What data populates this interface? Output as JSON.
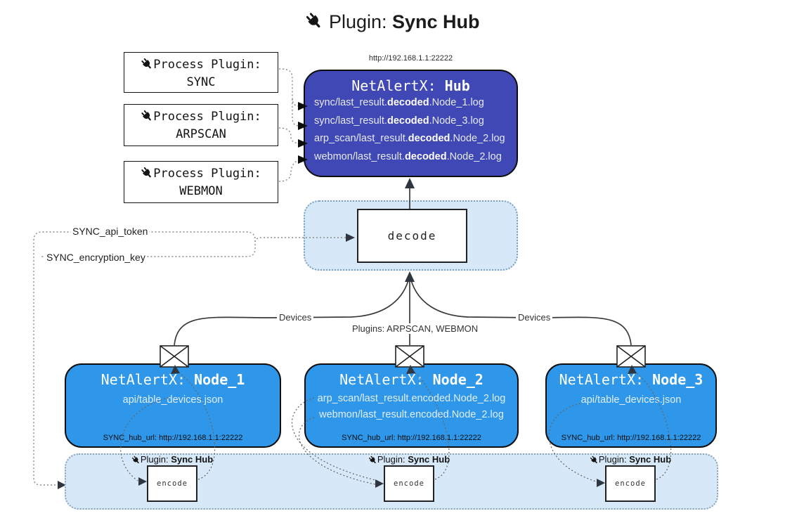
{
  "title": {
    "prefix": "Plugin: ",
    "name": "Sync Hub"
  },
  "hub": {
    "url": "http://192.168.1.1:22222",
    "title_prefix": "NetAlertX: ",
    "title_name": "Hub",
    "logs": [
      {
        "pre": "sync/last_result.",
        "bold": "decoded",
        "post": ".Node_1.log"
      },
      {
        "pre": "sync/last_result.",
        "bold": "decoded",
        "post": ".Node_3.log"
      },
      {
        "pre": "arp_scan/last_result.",
        "bold": "decoded",
        "post": ".Node_2.log"
      },
      {
        "pre": "webmon/last_result.",
        "bold": "decoded",
        "post": ".Node_2.log"
      }
    ]
  },
  "process_plugins": [
    {
      "label": "Process Plugin:",
      "name": "SYNC"
    },
    {
      "label": "Process Plugin:",
      "name": "ARPSCAN"
    },
    {
      "label": "Process Plugin:",
      "name": "WEBMON"
    }
  ],
  "decode": {
    "label": "decode"
  },
  "keys": {
    "api_token": "SYNC_api_token",
    "encryption_key": "SYNC_encryption_key"
  },
  "edge_labels": {
    "devices_left": "Devices",
    "devices_right": "Devices",
    "plugins_center": "Plugins: ARPSCAN, WEBMON"
  },
  "nodes": [
    {
      "title_prefix": "NetAlertX: ",
      "title_name": "Node_1",
      "lines": [
        "api/table_devices.json"
      ],
      "footer": "SYNC_hub_url: http://192.168.1.1:22222"
    },
    {
      "title_prefix": "NetAlertX: ",
      "title_name": "Node_2",
      "lines": [
        "arp_scan/last_result.encoded.Node_2.log",
        "webmon/last_result.encoded.Node_2.log"
      ],
      "footer": "SYNC_hub_url: http://192.168.1.1:22222"
    },
    {
      "title_prefix": "NetAlertX: ",
      "title_name": "Node_3",
      "lines": [
        "api/table_devices.json"
      ],
      "footer": "SYNC_hub_url: http://192.168.1.1:22222"
    }
  ],
  "band": {
    "plugin_prefix": "Plugin: ",
    "plugin_name": "Sync Hub",
    "encode_label": "encode"
  },
  "colors": {
    "hub_fill": "#3F48B4",
    "node_fill": "#2E97E9",
    "panel_fill": "#D7E9F9"
  }
}
